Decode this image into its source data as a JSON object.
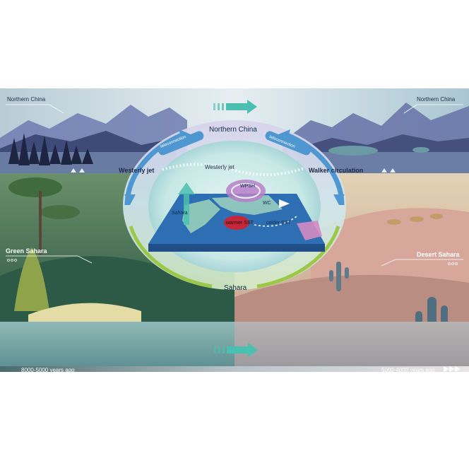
{
  "top_band": {
    "left_label": "Northern China",
    "right_label": "Northern China"
  },
  "ring": {
    "top_label": "Northern China",
    "bottom_label": "Sahara",
    "left_arc_label": "teleconnection",
    "right_arc_label": "teleconnection",
    "left_side_label": "Westerly jet",
    "right_side_label": "Walker circulation"
  },
  "map": {
    "jet_label": "Westerly jet",
    "wpsh_label": "WPSH",
    "wc_label": "WC",
    "sahara_label": "Sahara",
    "warmer_sst_label": "warmer SST",
    "colder_sst_label": "colder SST"
  },
  "panels": {
    "left_label": "Green Sahara",
    "right_label": "Desert Sahara"
  },
  "timeline": {
    "start_label": "8000-5000 years ago",
    "end_label": "5000-4000 years ago"
  },
  "colors": {
    "arrow_teal": "#4bbfb0",
    "ring_blue": "#4f97d0",
    "ring_green": "#9cc84a",
    "warm_sst": "#d71f2a"
  }
}
